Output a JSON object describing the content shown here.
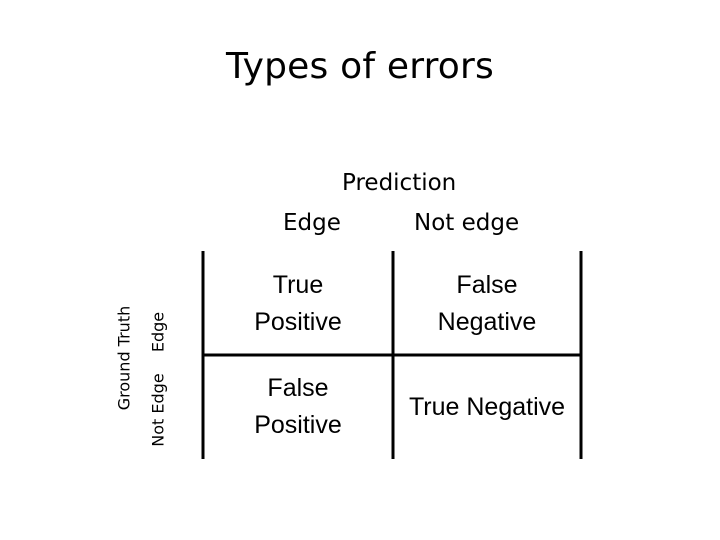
{
  "slide": {
    "title": "Types of errors"
  },
  "matrix": {
    "prediction_label": "Prediction",
    "columns": [
      "Edge",
      "Not edge"
    ],
    "ground_truth_label": "Ground Truth",
    "rows": [
      "Edge",
      "Not Edge"
    ],
    "cells": {
      "true_positive": "True\nPositive",
      "false_negative": "False\nNegative",
      "false_positive": "False\nPositive",
      "true_negative": "True Negative"
    }
  }
}
